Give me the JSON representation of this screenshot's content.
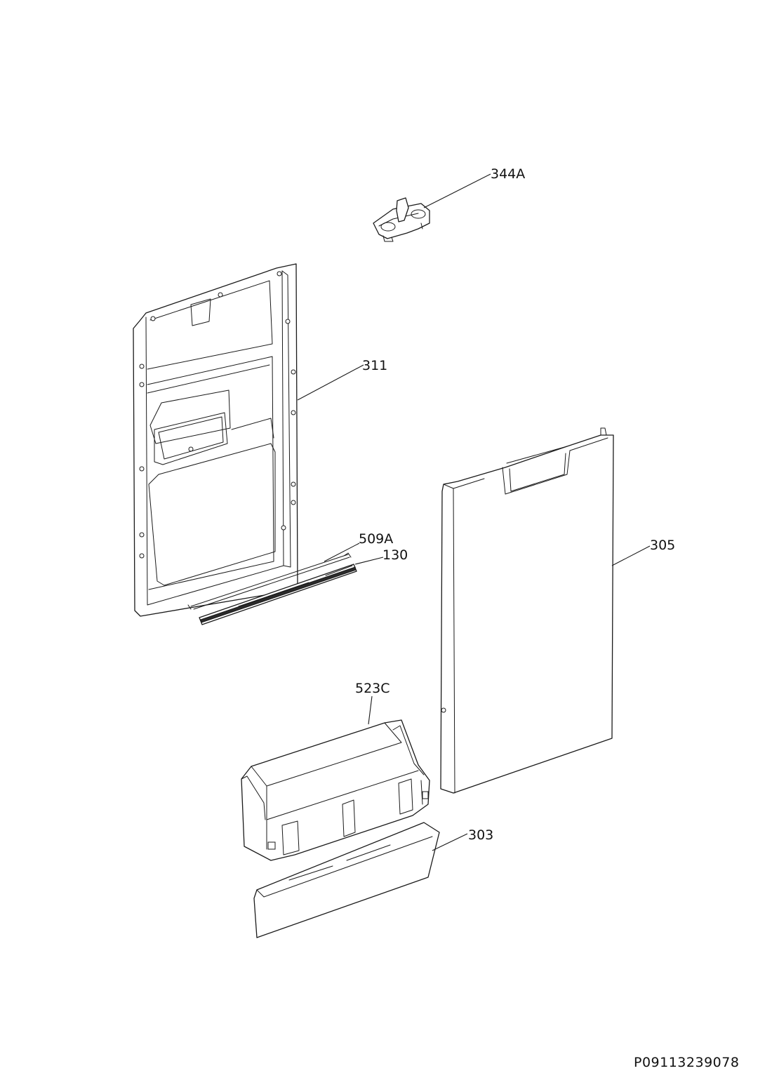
{
  "labels": {
    "p344A": "344A",
    "p311": "311",
    "p509A": "509A",
    "p130": "130",
    "p305": "305",
    "p523C": "523C",
    "p303": "303"
  },
  "document_code": "P09113239078"
}
